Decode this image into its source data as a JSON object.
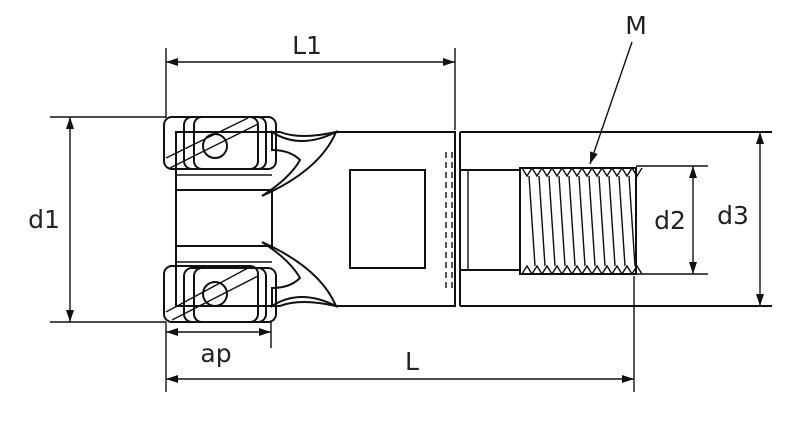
{
  "labels": {
    "L1": "L1",
    "M": "M",
    "d1": "d1",
    "d2": "d2",
    "d3": "d3",
    "ap": "ap",
    "L": "L"
  },
  "colors": {
    "insert_fill": "#f5d400",
    "line": "#111111",
    "background": "#ffffff"
  }
}
